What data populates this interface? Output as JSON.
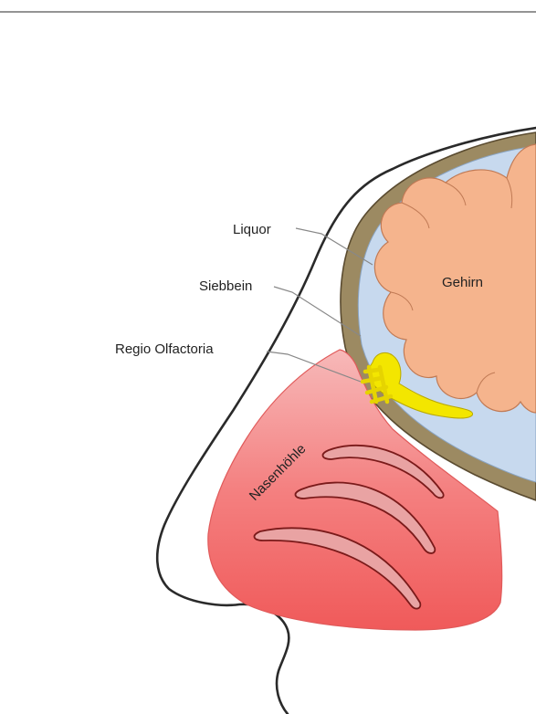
{
  "labels": {
    "liquor": "Liquor",
    "siebbein": "Siebbein",
    "regio_olfactoria": "Regio Olfactoria",
    "gehirn": "Gehirn",
    "nasenhoehle": "Nasenhöhle"
  },
  "colors": {
    "background": "#ffffff",
    "top_rule": "#555555",
    "head_outline": "#2a2a2a",
    "skull_bone": "#9c8a62",
    "liquor_fill": "#c7d9ee",
    "brain_fill": "#f5b48d",
    "brain_outline": "#c07a55",
    "nasal_cavity_fill": "#f26b6b",
    "turbinate_fill": "#e9a3a3",
    "olfactory_fill": "#f3e600",
    "leader_line": "#888888"
  },
  "icons": {
    "skull": "skull-shape",
    "brain": "brain-shape",
    "nasal-cavity": "nasal-cavity-shape",
    "olfactory-bulb": "olfactory-bulb-shape"
  }
}
